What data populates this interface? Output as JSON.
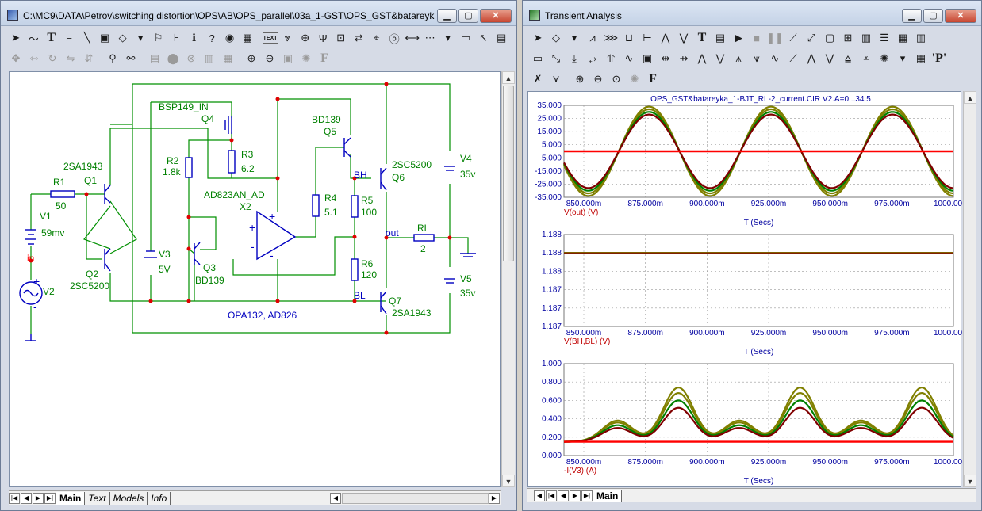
{
  "schematic_window": {
    "title": "C:\\MC9\\DATA\\Petrov\\switching distortion\\OPS\\AB\\OPS_parallel\\03a_1-GST\\OPS_GST&batareyk...",
    "tabs": [
      "Main",
      "Text",
      "Models",
      "Info"
    ],
    "text_tool_label": "TEXT",
    "components": {
      "r1": "R1",
      "r1_value": "50",
      "v1": "V1",
      "v1_value": "59mv",
      "node_in": "in",
      "v2": "V2",
      "q1_model": "2SA1943",
      "q1": "Q1",
      "q2": "Q2",
      "q2_model": "2SC5200",
      "q4_model": "BSP149_IN",
      "q4": "Q4",
      "r2": "R2",
      "r2_value": "1.8k",
      "r3": "R3",
      "r3_value": "6.2",
      "v3": "V3",
      "v3_value": "5V",
      "x2_model": "AD823AN_AD",
      "x2": "X2",
      "q3": "Q3",
      "q3_model": "BD139",
      "q5_model": "BD139",
      "q5": "Q5",
      "r4": "R4",
      "r4_value": "5.1",
      "r5": "R5",
      "r5_value": "100",
      "r6": "R6",
      "r6_value": "120",
      "node_bh": "BH",
      "node_bl": "BL",
      "q6_model": "2SC5200",
      "q6": "Q6",
      "q7": "Q7",
      "q7_model": "2SA1943",
      "node_out": "out",
      "rl": "RL",
      "rl_value": "2",
      "v4": "V4",
      "v4_value": "35v",
      "v5": "V5",
      "v5_value": "35v",
      "opamp_note": "OPA132, AD826"
    }
  },
  "transient_window": {
    "title": "Transient Analysis",
    "plot_title": "OPS_GST&batareyka_1-BJT_RL-2_current.CIR V2.A=0...34.5",
    "tab": "Main",
    "xlabel": "T (Secs)",
    "x_ticks": [
      "850.000m",
      "875.000m",
      "900.000m",
      "925.000m",
      "950.000m",
      "975.000m",
      "1000.000m"
    ],
    "colors": {
      "series_dark": "#800000",
      "series_green": "#008000",
      "series_olive": "#808000",
      "series_red": "#ff0000",
      "grid": "#999999"
    }
  },
  "chart_data": [
    {
      "type": "line",
      "ylabel": "V(out) (V)",
      "xlim": [
        0.84,
        1.0
      ],
      "ylim": [
        -35,
        35
      ],
      "y_ticks": [
        "35.000",
        "25.000",
        "15.000",
        "5.000",
        "-5.000",
        "-15.000",
        "-25.000",
        "-35.000"
      ],
      "grid": true,
      "waveform": "sine",
      "frequency_hz": 20,
      "amplitudes": [
        28,
        30,
        32,
        34
      ],
      "flat_trace_value": 0
    },
    {
      "type": "line",
      "ylabel": "V(BH,BL) (V)",
      "xlim": [
        0.84,
        1.0
      ],
      "ylim": [
        1.187,
        1.188
      ],
      "y_ticks": [
        "1.188",
        "1.188",
        "1.188",
        "1.187",
        "1.187",
        "1.187"
      ],
      "grid": true,
      "waveform": "flat",
      "level": 1.1878
    },
    {
      "type": "line",
      "ylabel": "-I(V3) (A)",
      "xlim": [
        0.84,
        1.0
      ],
      "ylim": [
        0,
        1.0
      ],
      "y_ticks": [
        "1.000",
        "0.800",
        "0.600",
        "0.400",
        "0.200",
        "0.000"
      ],
      "grid": true,
      "waveform": "pulses",
      "baseline": 0.15,
      "flat_trace_value": 0.15,
      "large_peaks_x": [
        0.887,
        0.937,
        0.987
      ],
      "small_peaks_x": [
        0.862,
        0.912,
        0.962
      ],
      "large_peak_values": [
        0.52,
        0.6,
        0.68,
        0.74
      ],
      "small_peak_values": [
        0.3,
        0.33,
        0.36,
        0.38
      ]
    }
  ]
}
